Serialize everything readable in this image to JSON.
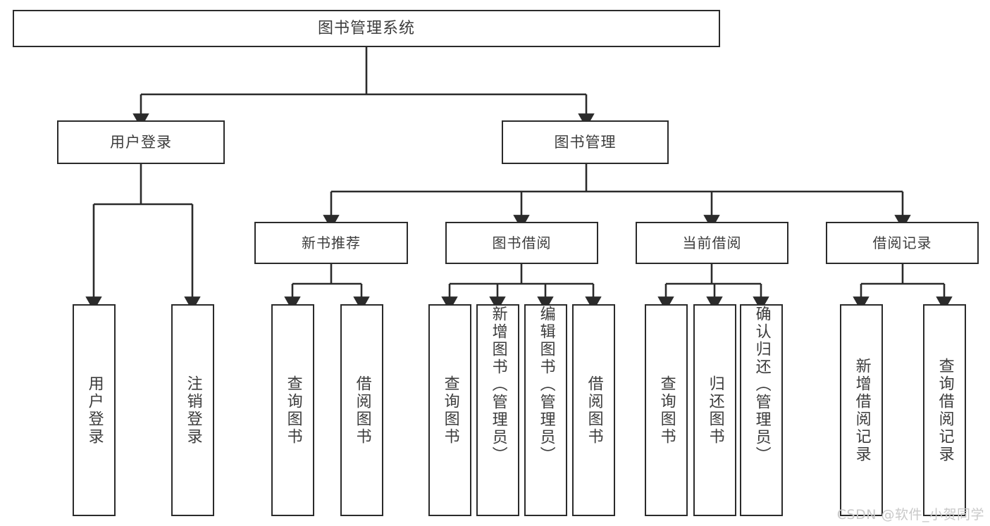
{
  "diagram": {
    "type": "tree-hierarchy",
    "title": "图书管理系统",
    "watermark": "CSDN @软件_小贺同学",
    "colors": {
      "box_border": "#2b2b2b",
      "box_fill": "#ffffff",
      "text": "#3c3c3c",
      "connector": "#2b2b2b",
      "watermark": "#c9c9c9"
    },
    "root": {
      "label": "图书管理系统"
    },
    "level2": [
      {
        "label": "用户登录"
      },
      {
        "label": "图书管理"
      }
    ],
    "level3": [
      {
        "label": "新书推荐"
      },
      {
        "label": "图书借阅"
      },
      {
        "label": "当前借阅"
      },
      {
        "label": "借阅记录"
      }
    ],
    "leaves": {
      "user_login": [
        {
          "label": "用户登录"
        },
        {
          "label": "注销登录"
        }
      ],
      "new_book_recommend": [
        {
          "label": "查询图书"
        },
        {
          "label": "借阅图书"
        }
      ],
      "book_borrow": [
        {
          "label": "查询图书"
        },
        {
          "label": "新增图书（管理员）"
        },
        {
          "label": "编辑图书（管理员）"
        },
        {
          "label": "借阅图书"
        }
      ],
      "current_borrow": [
        {
          "label": "查询图书"
        },
        {
          "label": "归还图书"
        },
        {
          "label": "确认归还（管理员）"
        }
      ],
      "borrow_record": [
        {
          "label": "新增借阅记录"
        },
        {
          "label": "查询借阅记录"
        }
      ]
    }
  }
}
